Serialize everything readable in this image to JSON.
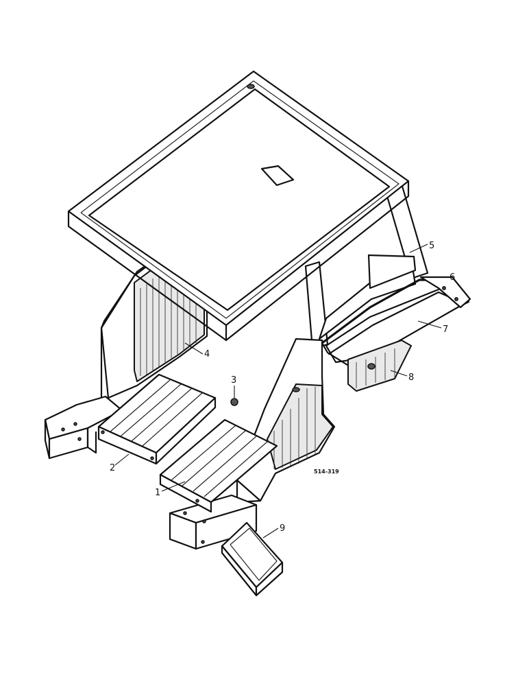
{
  "diagram": {
    "drawing_code": "514-319",
    "callouts": [
      {
        "id": "c1",
        "text": "1"
      },
      {
        "id": "c2",
        "text": "2"
      },
      {
        "id": "c3",
        "text": "3"
      },
      {
        "id": "c4",
        "text": "4"
      },
      {
        "id": "c5",
        "text": "5"
      },
      {
        "id": "c6",
        "text": "6"
      },
      {
        "id": "c7",
        "text": "7"
      },
      {
        "id": "c8",
        "text": "8"
      },
      {
        "id": "c9",
        "text": "9"
      }
    ]
  }
}
